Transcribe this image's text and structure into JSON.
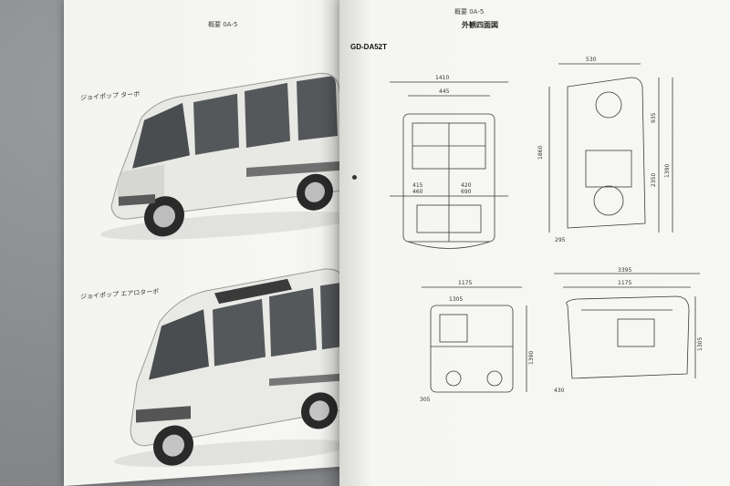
{
  "left_page": {
    "header": "概要  0A-5",
    "caption_1": "ジョイポップ  ターボ",
    "caption_2": "ジョイポップ  エアロターボ"
  },
  "right_page": {
    "header": "概要  0A-5",
    "title": "外観四面図",
    "model_code": "GD-DA52T",
    "dims_top": [
      "1410",
      "445",
      "460",
      "690",
      "415",
      "420"
    ],
    "dims_side": [
      "1860",
      "530",
      "935",
      "2350",
      "1390",
      "295"
    ],
    "dims_front": [
      "1175",
      "1305",
      "1390",
      "305"
    ],
    "dims_rear": [
      "3395",
      "1175",
      "1305",
      "430"
    ]
  },
  "colors": {
    "paper": "#f6f6f3",
    "background": "#86888a",
    "van_body": "#e6e6e2",
    "ink": "#3a3a3a"
  }
}
